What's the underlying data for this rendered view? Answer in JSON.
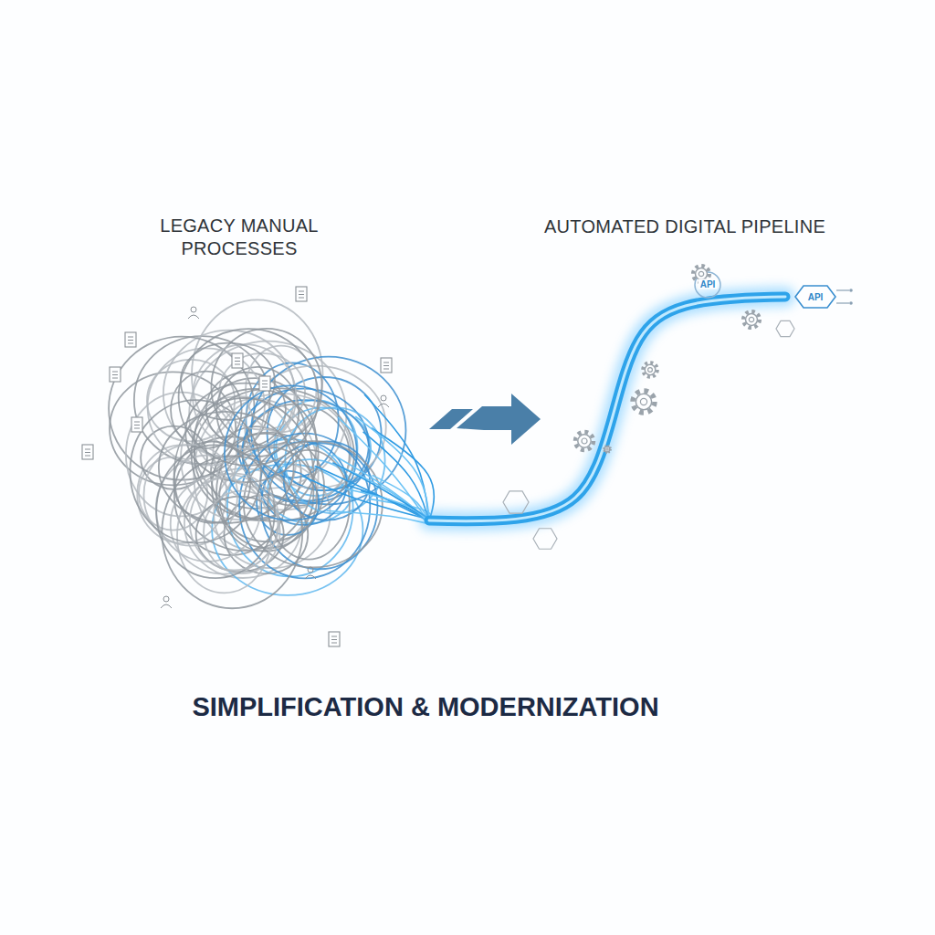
{
  "diagram": {
    "title": "SIMPLIFICATION & MODERNIZATION",
    "nodes": [
      {
        "text": [
          "API"
        ]
      }
    ],
    "labels": [
      "LEGACY MANUAL PROCESSES",
      "AUTOMATED DIGITAL PIPELINE",
      "API"
    ]
  }
}
